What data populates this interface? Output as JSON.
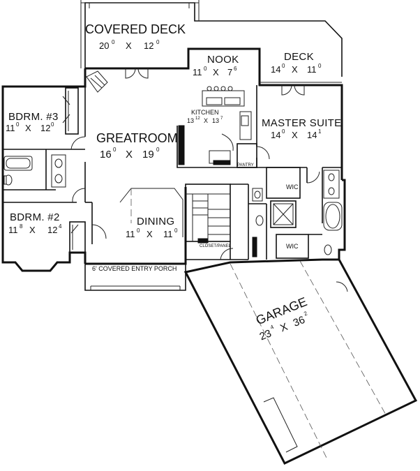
{
  "rooms": {
    "covered_deck": {
      "name": "COVERED DECK",
      "w": "20",
      "ws": "0",
      "x": "X",
      "h": "12",
      "hs": "0"
    },
    "nook": {
      "name": "NOOK",
      "w": "11",
      "ws": "0",
      "x": "X",
      "h": "7",
      "hs": "6"
    },
    "deck": {
      "name": "DECK",
      "w": "14",
      "ws": "0",
      "x": "X",
      "h": "11",
      "hs": "0"
    },
    "bdrm3": {
      "name": "BDRM. #3",
      "w": "11",
      "ws": "0",
      "x": "X",
      "h": "12",
      "hs": "0"
    },
    "greatroom": {
      "name": "GREATROOM",
      "w": "16",
      "ws": "0",
      "x": "X",
      "h": "19",
      "hs": "0"
    },
    "kitchen": {
      "name": "KITCHEN",
      "w": "13",
      "ws": "12",
      "x": "X",
      "h": "13",
      "hs": "7"
    },
    "master_suite": {
      "name": "MASTER SUITE",
      "w": "14",
      "ws": "0",
      "x": "X",
      "h": "14",
      "hs": "1"
    },
    "bdrm2": {
      "name": "BDRM. #2",
      "w": "11",
      "ws": "8",
      "x": "X",
      "h": "12",
      "hs": "4"
    },
    "dining": {
      "name": "DINING",
      "w": "11",
      "ws": "0",
      "x": "X",
      "h": "11",
      "hs": "0"
    },
    "garage": {
      "name": "GARAGE",
      "w": "23",
      "ws": "4",
      "x": "X",
      "h": "36",
      "hs": "2"
    }
  },
  "labels": {
    "pantry": "PANTRY",
    "wic_upper": "WIC",
    "wic_lower": "WIC",
    "entry_porch": "6' COVERED ENTRY PORCH",
    "closet_note": "CLOSET/PANEL"
  }
}
